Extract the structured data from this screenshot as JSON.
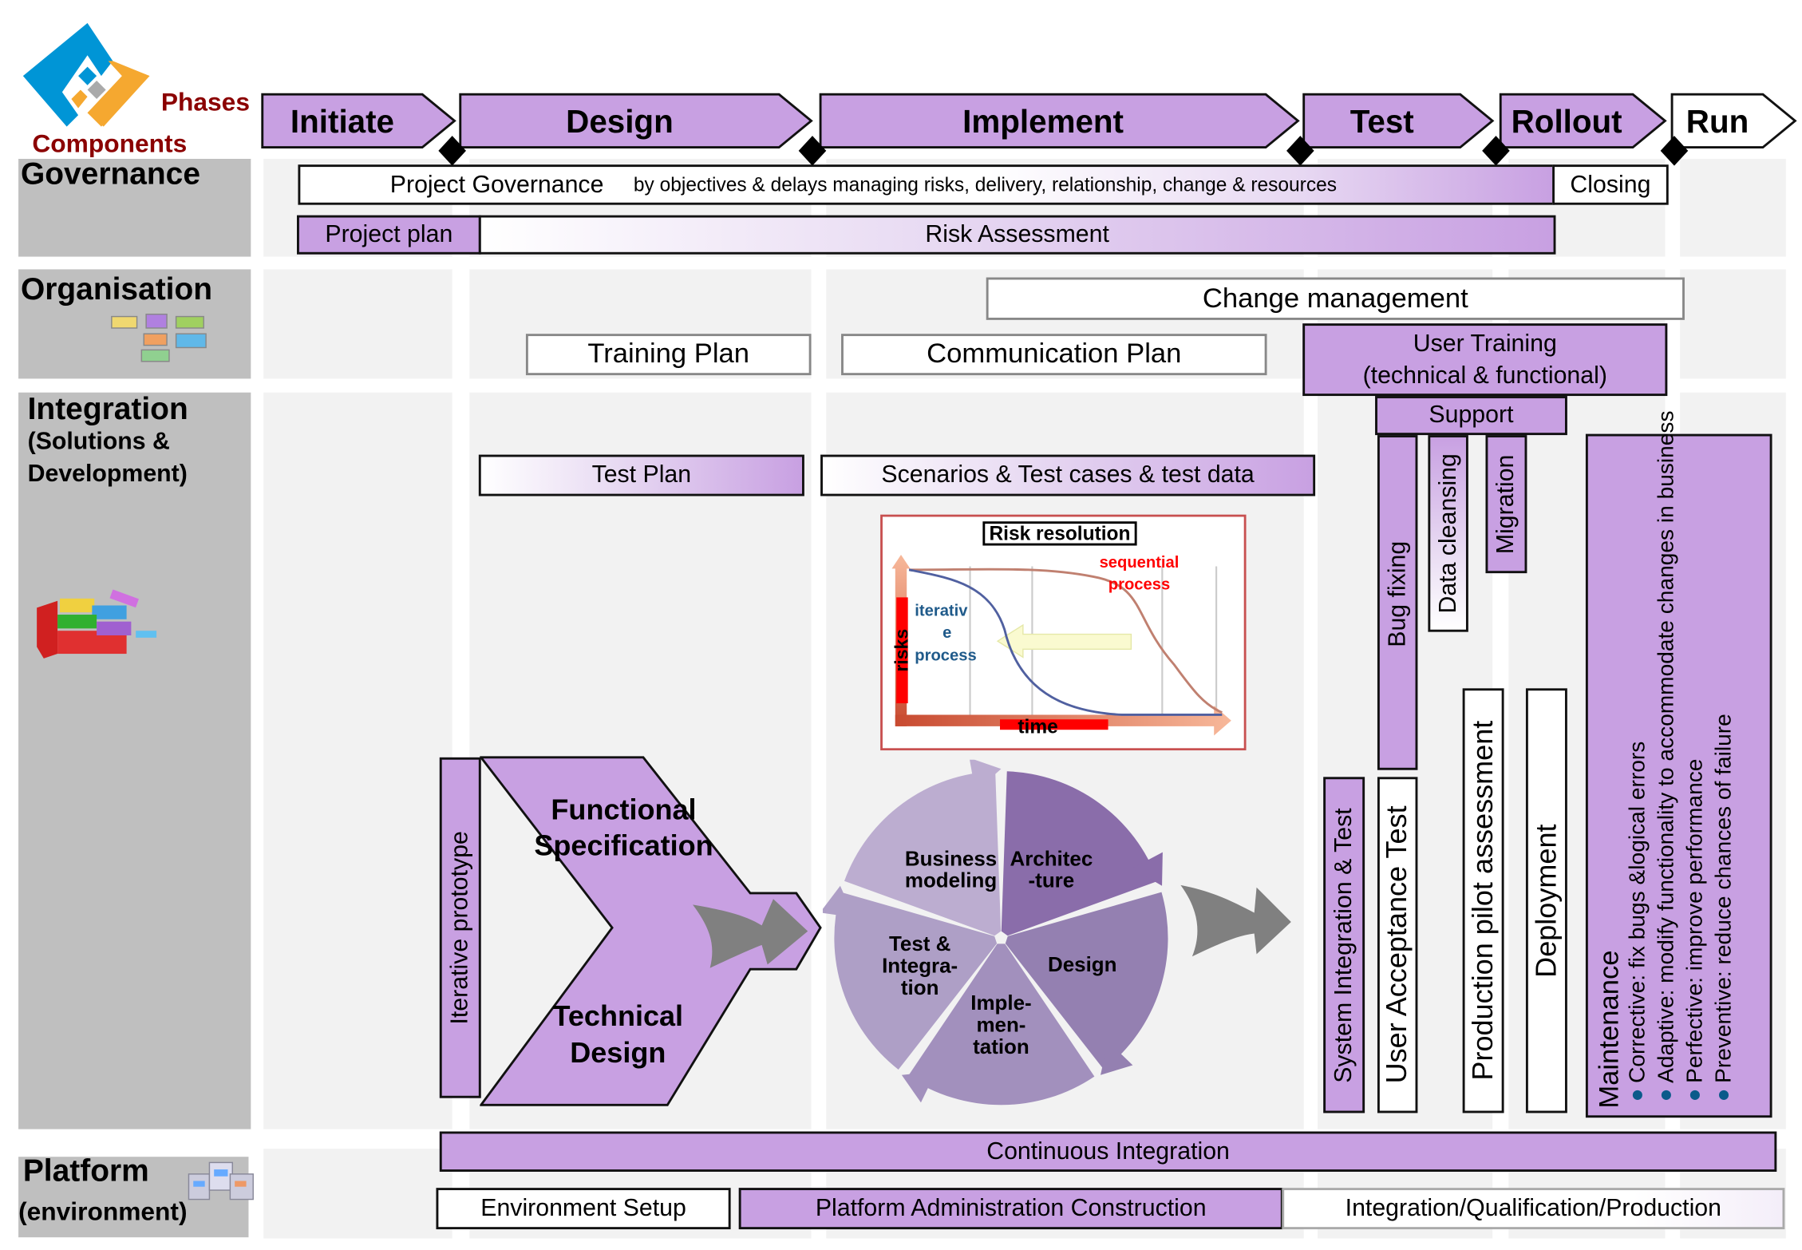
{
  "header": {
    "phases_label": "Phases",
    "components_label": "Components",
    "logo": "diamond-logo"
  },
  "phases": [
    "Initiate",
    "Design",
    "Implement",
    "Test",
    "Rollout",
    "Run"
  ],
  "components": {
    "governance": "Governance",
    "organisation": "Organisation",
    "integration": "Integration",
    "integration_sub1": "(Solutions  &",
    "integration_sub2": "Development)",
    "platform": "Platform",
    "platform_sub": "(environment)"
  },
  "governance": {
    "project_governance": "Project  Governance",
    "governance_detail": "by objectives & delays managing risks, delivery, relationship, change & resources",
    "closing": "Closing",
    "project_plan": "Project plan",
    "risk_assessment": "Risk Assessment"
  },
  "organisation": {
    "change_management": "Change management",
    "training_plan": "Training Plan",
    "communication_plan": "Communication Plan",
    "user_training_1": "User  Training",
    "user_training_2": "(technical  &  functional)"
  },
  "integration": {
    "support": "Support",
    "test_plan": "Test Plan",
    "scenarios": "Scenarios  &  Test cases  &  test  data",
    "bug_fixing": "Bug fixing",
    "data_cleansing": "Data  cleansing",
    "migration": "Migration",
    "system_integration": "System  Integration   &  Test",
    "uat": "User Acceptance Test",
    "production_pilot": "Production pilot assessment",
    "deployment": "Deployment",
    "iterative_prototype": "Iterative   prototype",
    "functional_spec_1": "Functional",
    "functional_spec_2": "Specification",
    "technical_design_1": "Technical",
    "technical_design_2": "Design",
    "maintenance": {
      "title": "Maintenance",
      "items": [
        "Corrective:   fix bugs &logical errors",
        "Adaptive: modify functionality  to accommodate changes in business",
        "Perfective:    improve performance",
        "Preventive: reduce chances of failure"
      ]
    },
    "cycle": [
      {
        "label": "Architec\n-ture",
        "color": "#8a6daa"
      },
      {
        "label": "Design",
        "color": "#9480b1"
      },
      {
        "label": "Imple-\nmen-\ntation",
        "color": "#a290bd"
      },
      {
        "label": "Test &\nIntegra-\ntion",
        "color": "#ae9fc6"
      },
      {
        "label": "Business\nmodeling",
        "color": "#bcadd0"
      }
    ],
    "risk_chart": {
      "title": "Risk resolution",
      "ylabel": "risks",
      "xlabel": "time",
      "sequential_1": "sequential",
      "sequential_2": "process",
      "iterative_1": "iterativ",
      "iterative_2": "e",
      "iterative_3": "process"
    }
  },
  "platform": {
    "continuous_integration": "Continuous  Integration",
    "environment_setup": "Environment  Setup",
    "platform_admin": "Platform Administration  Construction",
    "integration_qualification": "Integration/Qualification/Production"
  },
  "colors": {
    "accent": "#c8a0e2",
    "label_band": "#bfbfbf",
    "column": "#f2f2f2",
    "phase_text": "#8b0000",
    "sequential": "#ff0000",
    "iterative": "#1f5a8a"
  }
}
